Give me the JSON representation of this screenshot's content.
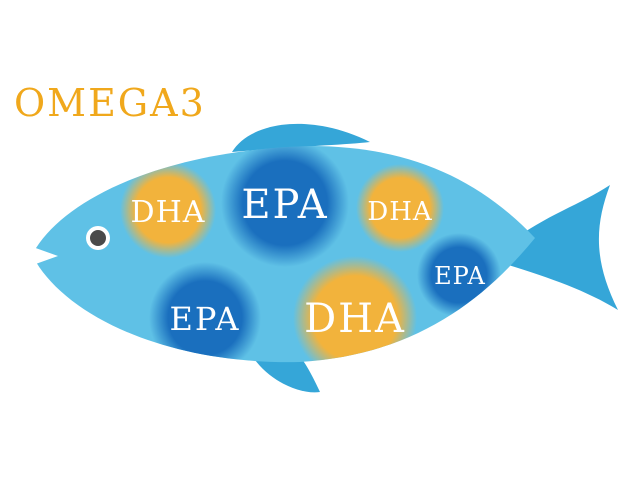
{
  "title": "OMEGA3",
  "colors": {
    "title": "#f0a81c",
    "fish_body": "#5fc1e6",
    "fish_fin": "#35a6d8",
    "dha_blob": "#f2b33c",
    "epa_blob": "#1a6fbe",
    "eye": "#4a4a4a",
    "label_text": "#ffffff"
  },
  "blobs": [
    {
      "kind": "DHA",
      "label": "DHA"
    },
    {
      "kind": "EPA",
      "label": "EPA"
    },
    {
      "kind": "DHA",
      "label": "DHA"
    },
    {
      "kind": "EPA",
      "label": "EPA"
    },
    {
      "kind": "EPA",
      "label": "EPA"
    },
    {
      "kind": "DHA",
      "label": "DHA"
    }
  ]
}
